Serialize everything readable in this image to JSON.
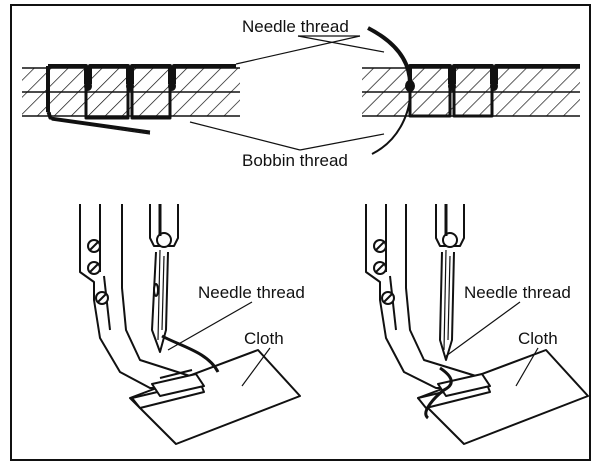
{
  "labels": {
    "top_needle_thread": "Needle thread",
    "top_bobbin_thread": "Bobbin thread",
    "left_needle_thread": "Needle thread",
    "left_cloth": "Cloth",
    "right_needle_thread": "Needle thread",
    "right_cloth": "Cloth"
  },
  "colors": {
    "line": "#111111",
    "background": "#ffffff"
  }
}
